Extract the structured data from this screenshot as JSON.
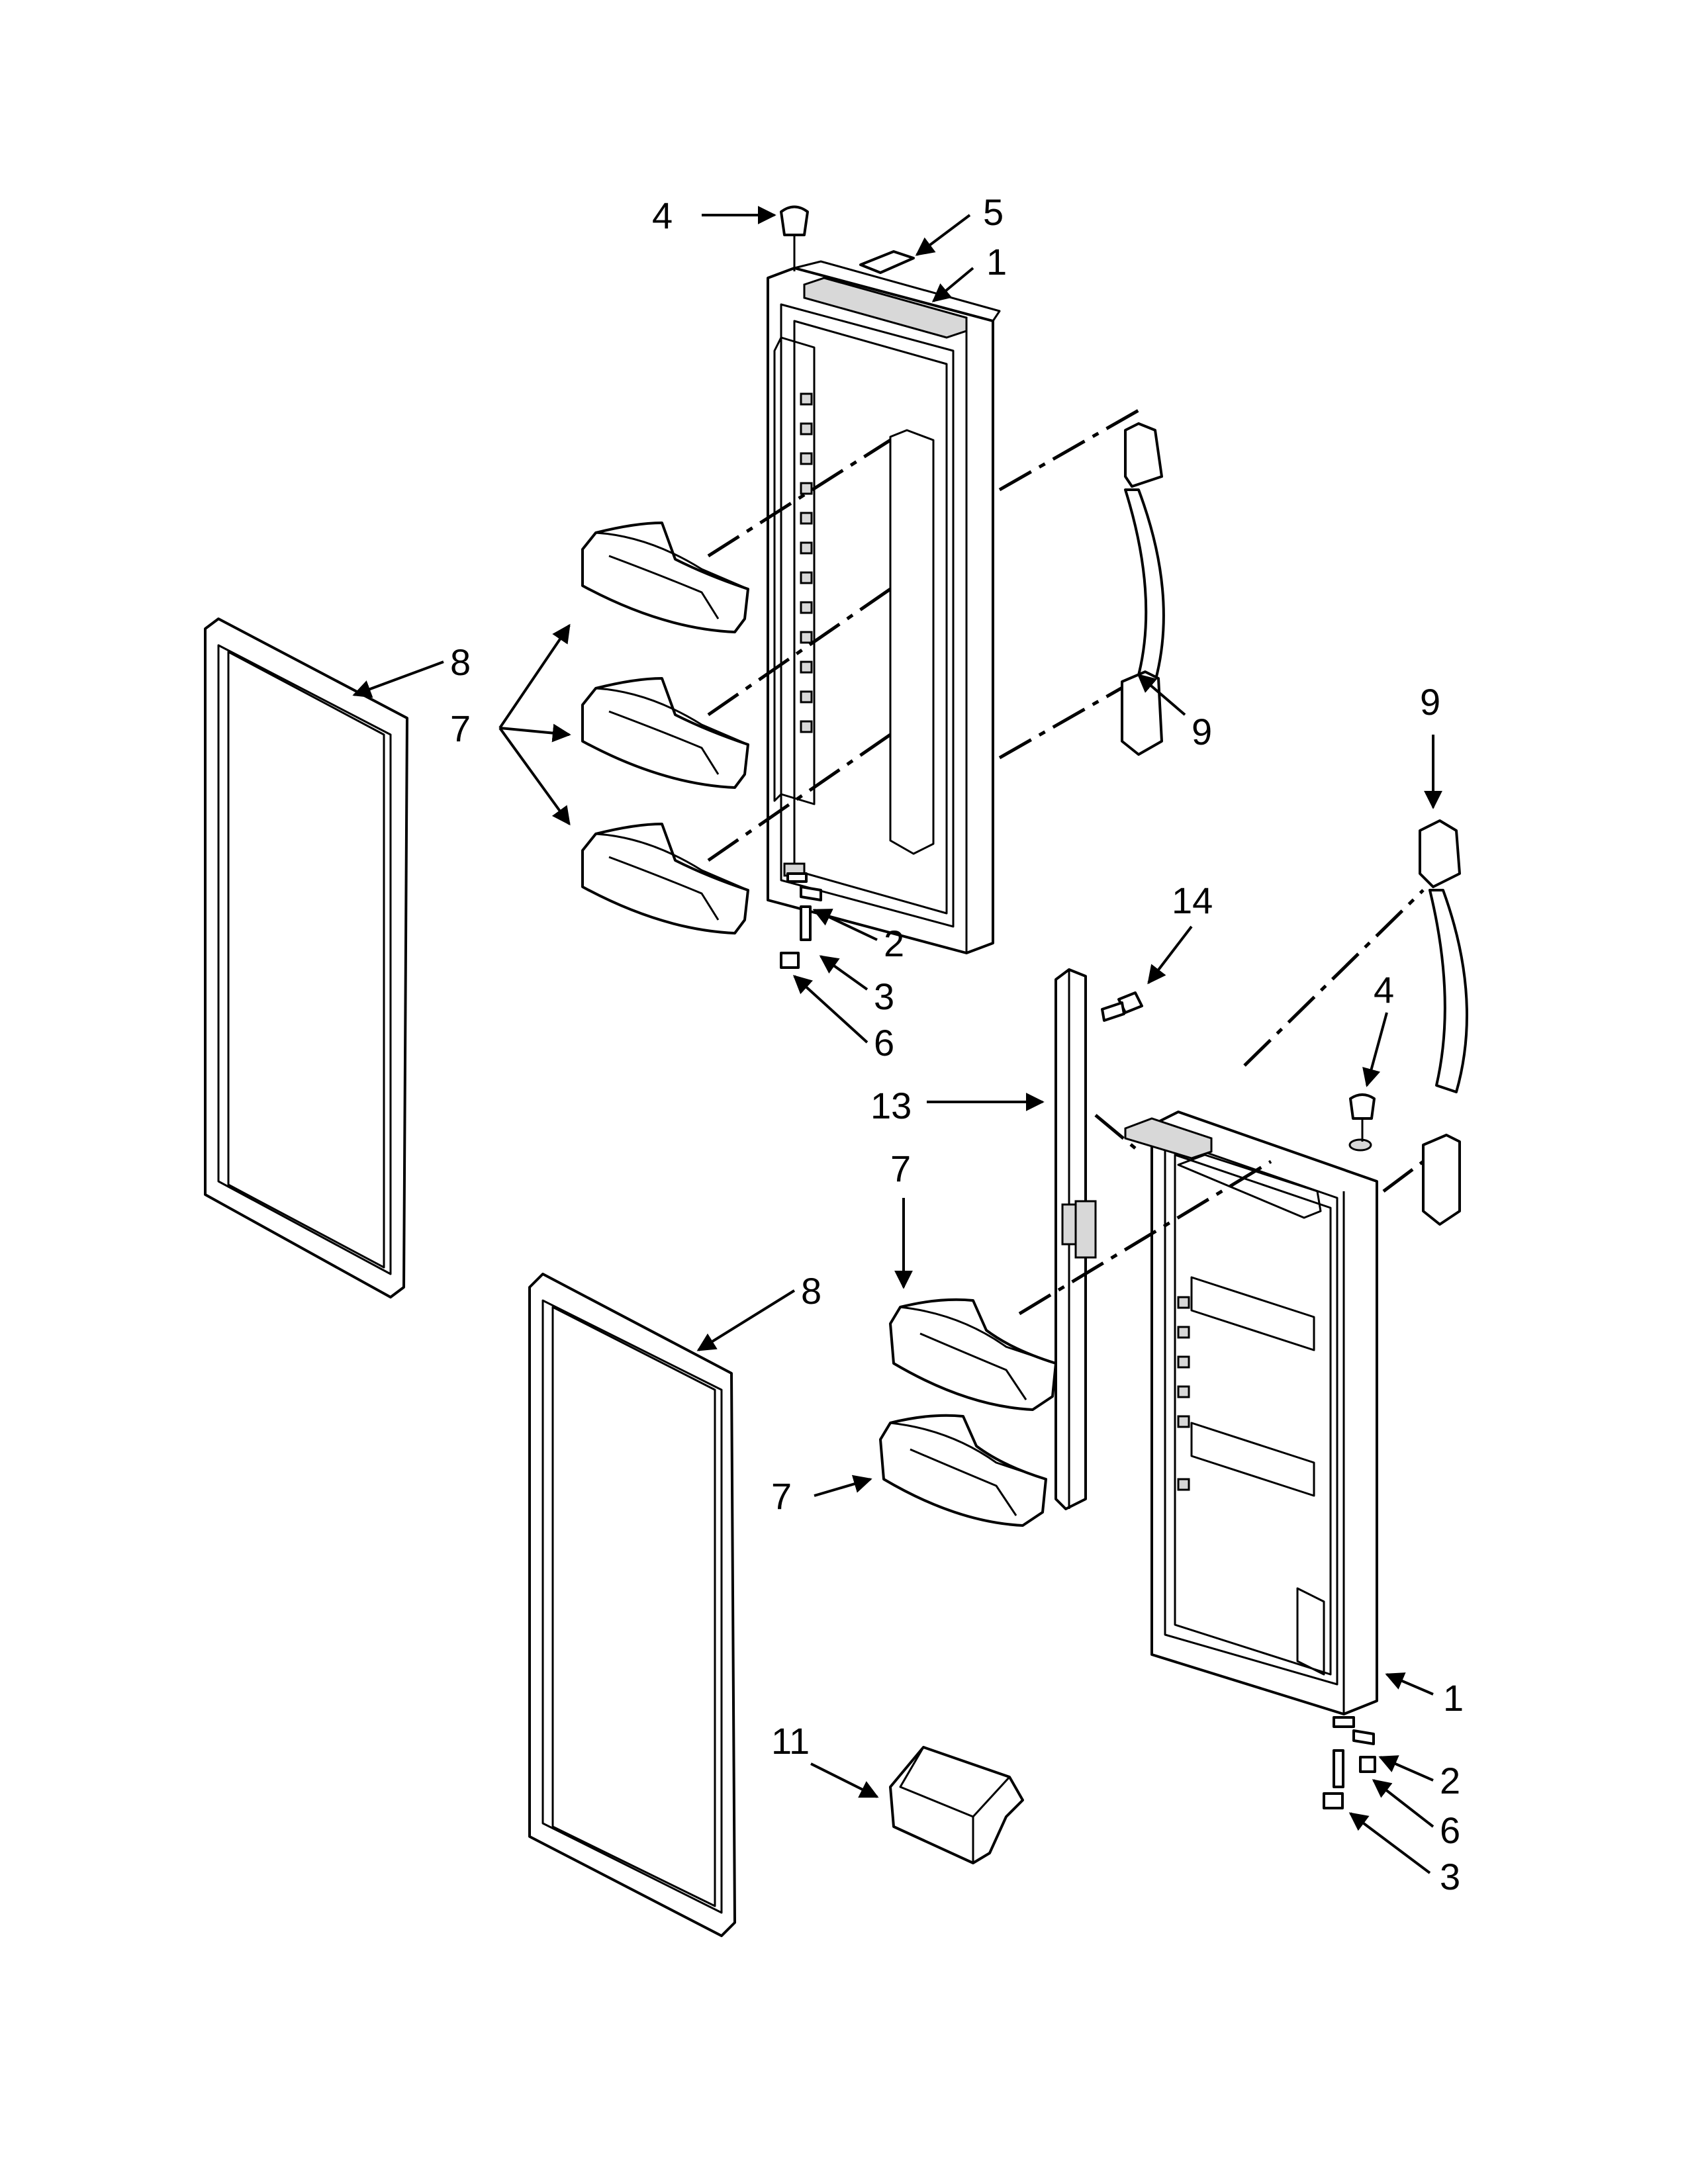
{
  "callouts": {
    "top_door_4": "4",
    "top_door_5": "5",
    "top_door_1": "1",
    "upper_gasket_8": "8",
    "upper_bins_7": "7",
    "upper_handle_9": "9",
    "top_hinge_2": "2",
    "top_hinge_3": "3",
    "top_hinge_6": "6",
    "right_handle_9": "9",
    "screw_14": "14",
    "right_door_4": "4",
    "mullion_13": "13",
    "right_bin_7a": "7",
    "lower_gasket_8": "8",
    "right_bin_7b": "7",
    "right_door_1": "1",
    "crisper_11": "11",
    "bottom_hinge_2": "2",
    "bottom_hinge_6": "6",
    "bottom_hinge_3": "3"
  }
}
